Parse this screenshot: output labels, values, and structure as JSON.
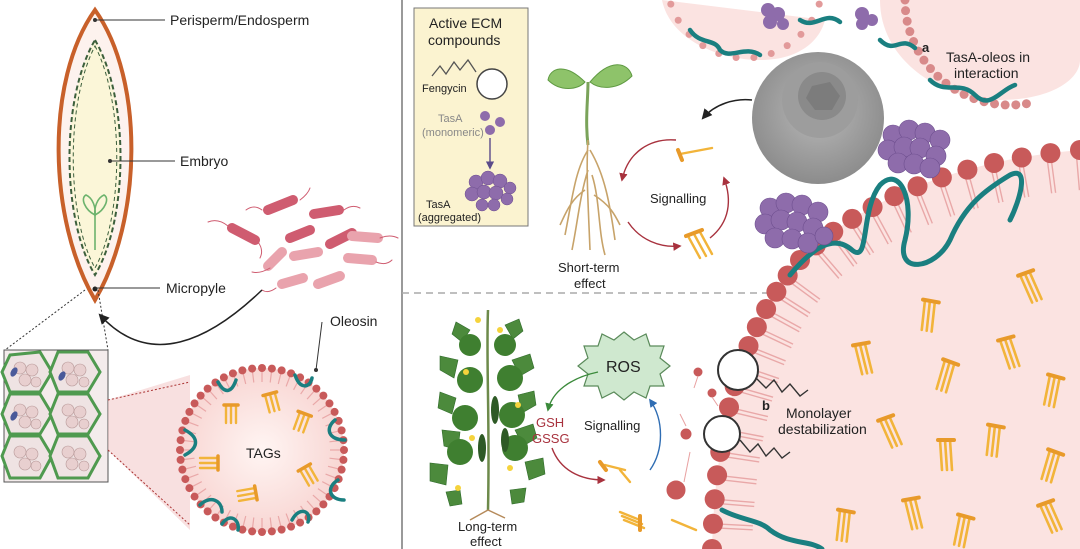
{
  "left_panel": {
    "labels": {
      "perisperm": "Perisperm/Endosperm",
      "embryo": "Embryo",
      "micropyle": "Micropyle",
      "oleosin": "Oleosin",
      "tags": "TAGs"
    }
  },
  "ecm_box": {
    "title_line1": "Active ECM",
    "title_line2": "compounds",
    "fengycin": "Fengycin",
    "tasa_mono_line1": "TasA",
    "tasa_mono_line2": "(monomeric)",
    "tasa_agg_line1": "TasA",
    "tasa_agg_line2": "(aggregated)"
  },
  "top_right": {
    "signalling": "Signalling",
    "short_term_line1": "Short-term",
    "short_term_line2": "effect",
    "a_letter": "a",
    "tasa_oleos_line1": "TasA-oleos in",
    "tasa_oleos_line2": "interaction"
  },
  "bottom_right": {
    "ros": "ROS",
    "gsh": "GSH",
    "gssg": "GSSG",
    "signalling": "Signalling",
    "long_term_line1": "Long-term",
    "long_term_line2": "effect",
    "b_letter": "b",
    "monolayer_line1": "Monolayer",
    "monolayer_line2": "destabilization"
  },
  "colors": {
    "seed_coat": "#c8602a",
    "embryo_line": "#3c5f3c",
    "teal": "#1a7f80",
    "phospholipid_head": "#c85a5a",
    "tag": "#f2b43a",
    "tasa": "#8e6cab",
    "bacteria_dark": "#cf5c70",
    "bacteria_light": "#e9a3ad",
    "droplet_fill": "#fbe3e1",
    "ros_fill": "#cfe8cf",
    "arrow_red": "#a8323e",
    "arrow_green": "#3b8a3b",
    "arrow_blue": "#2f6db3"
  }
}
